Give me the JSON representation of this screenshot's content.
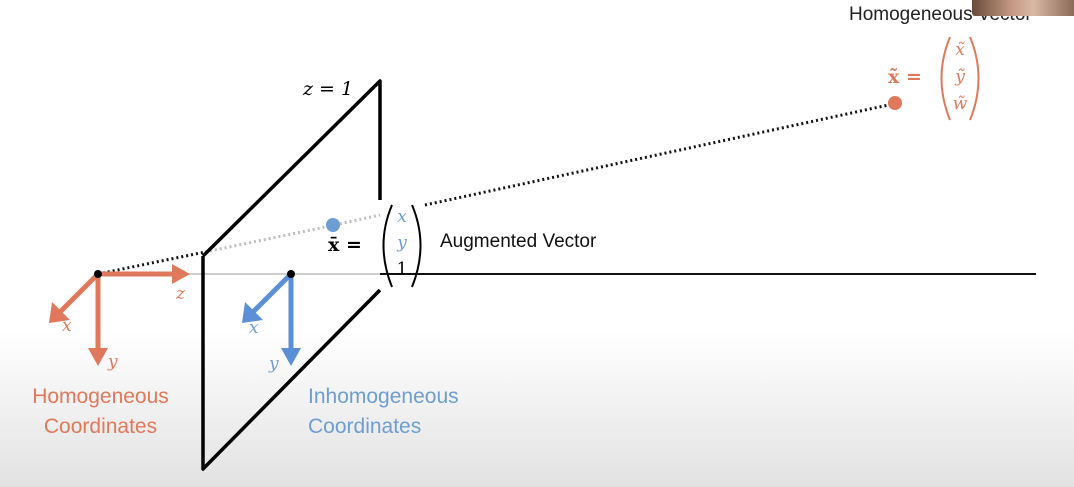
{
  "plane": {
    "label": "z = 1"
  },
  "homogeneous_frame": {
    "axes": {
      "x": "x",
      "y": "y",
      "z": "z"
    },
    "caption_line1": "Homogeneous",
    "caption_line2": "Coordinates",
    "color": "#e0785c"
  },
  "inhomogeneous_frame": {
    "axes": {
      "x": "x",
      "y": "y"
    },
    "caption_line1": "Inhomogeneous",
    "caption_line2": "Coordinates",
    "color": "#5b8fd6"
  },
  "augmented_vector": {
    "symbol": "x̄ =",
    "entries": [
      "x",
      "y",
      "1"
    ],
    "label": "Augmented Vector"
  },
  "homogeneous_vector": {
    "symbol": "x̃ =",
    "entries": [
      "x̃",
      "ỹ",
      "w̃"
    ],
    "label": "Homogeneous Vector"
  }
}
